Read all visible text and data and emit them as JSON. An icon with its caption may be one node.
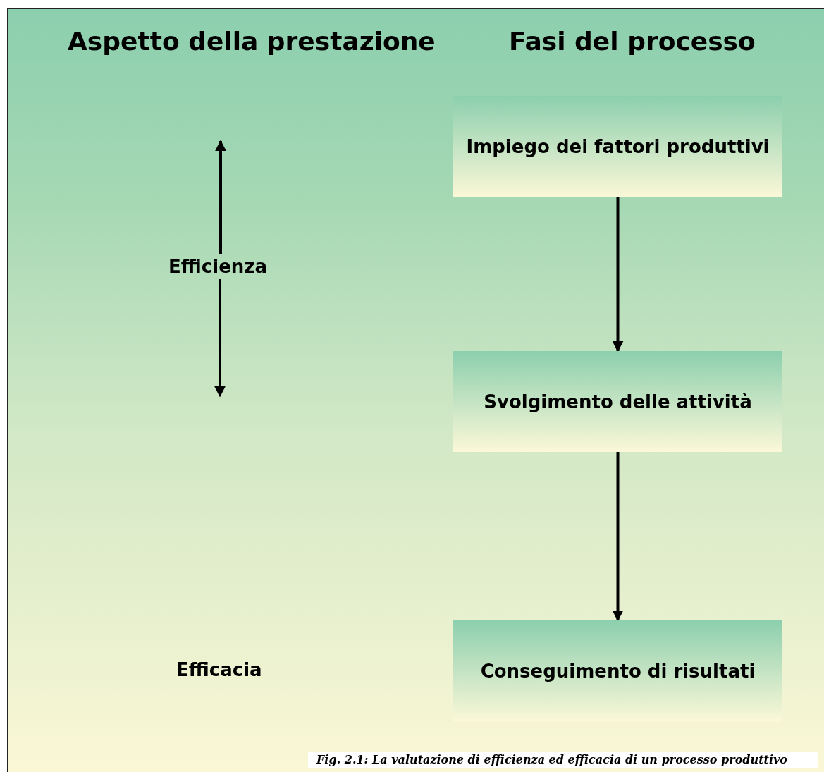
{
  "diagram": {
    "caption": "Fig. 2.1: La valutazione di efficienza ed efficacia di un processo produttivo",
    "nodes": [
      {
        "text": [
          "Impiego dei fattori produttivi"
        ]
      },
      {
        "text": [
          "Svolgimento delle attività"
        ]
      },
      {
        "text": [
          "Conseguimento di risultati"
        ]
      },
      {
        "text": [
          "Efficienza"
        ]
      }
    ],
    "edges": [
      {
        "from": 0,
        "to": 1,
        "arrow": "to"
      },
      {
        "from": 1,
        "to": 2,
        "arrow": "to"
      },
      {
        "from": 3,
        "to": null,
        "arrow": "to"
      },
      {
        "from": 3,
        "to": null,
        "arrow": "to"
      }
    ],
    "labels": [
      "Aspetto della prestazione",
      "Fasi del processo",
      "Efficacia"
    ]
  }
}
